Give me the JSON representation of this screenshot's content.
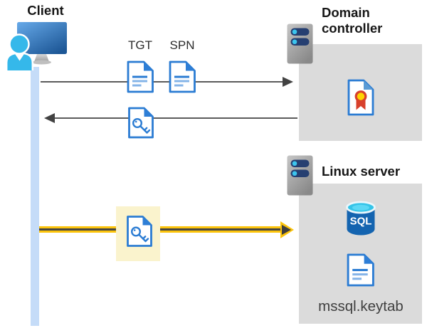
{
  "nodes": {
    "client": {
      "label": "Client"
    },
    "domain_controller": {
      "label": "Domain controller"
    },
    "linux_server": {
      "label": "Linux server",
      "sql_label": "SQL",
      "keytab_label": "mssql.keytab"
    }
  },
  "tickets": {
    "tgt_label": "TGT",
    "spn_label": "SPN"
  },
  "icons": {
    "client": "person-at-monitor-icon",
    "domain_controller": "server-rack-icon",
    "linux_server": "server-rack-icon",
    "tgt": "document-icon",
    "spn": "document-icon",
    "service_ticket": "key-file-icon",
    "certificate": "certificate-icon",
    "sql": "sql-database-icon",
    "keytab": "document-icon"
  },
  "colors": {
    "document_blue": "#2B7CD3",
    "document_blue_light": "#85B4E8",
    "arrow_gray": "#5B5B5B",
    "arrowhead_gray": "#424242",
    "box_gray": "#DBDBDB",
    "client_lifeline_blue": "#C5DCF8",
    "highlight_fill": "#FAF3CD",
    "highlight_arrow_yellow": "#FBC30B",
    "server_pill_navy": "#263F71",
    "server_led_cyan": "#3CC5EE",
    "sql_body_blue": "#1464B0",
    "sql_top_cyan": "#40CDEF",
    "cert_seal_yellow": "#FFD402",
    "cert_ribbon_red": "#D8402C",
    "person_cyan": "#35B8EA"
  }
}
